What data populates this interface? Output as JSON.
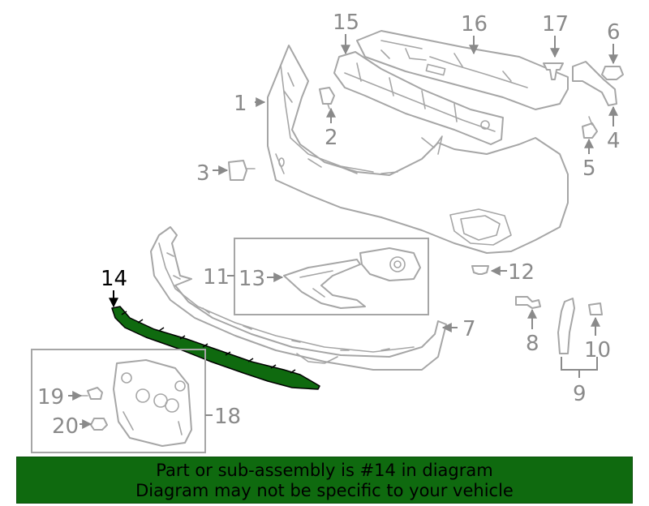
{
  "highlight_color": "#0f6a0f",
  "highlighted_part": "14",
  "callouts": [
    {
      "id": "1",
      "label": "1"
    },
    {
      "id": "2",
      "label": "2"
    },
    {
      "id": "3",
      "label": "3"
    },
    {
      "id": "4",
      "label": "4"
    },
    {
      "id": "5",
      "label": "5"
    },
    {
      "id": "6",
      "label": "6"
    },
    {
      "id": "7",
      "label": "7"
    },
    {
      "id": "8",
      "label": "8"
    },
    {
      "id": "9",
      "label": "9"
    },
    {
      "id": "10",
      "label": "10"
    },
    {
      "id": "11",
      "label": "11"
    },
    {
      "id": "12",
      "label": "12"
    },
    {
      "id": "13",
      "label": "13"
    },
    {
      "id": "14",
      "label": "14"
    },
    {
      "id": "15",
      "label": "15"
    },
    {
      "id": "16",
      "label": "16"
    },
    {
      "id": "17",
      "label": "17"
    },
    {
      "id": "18",
      "label": "18"
    },
    {
      "id": "19",
      "label": "19"
    },
    {
      "id": "20",
      "label": "20"
    }
  ],
  "banner": {
    "line1": "Part or sub-assembly is #14 in diagram",
    "line2": "Diagram may not be specific to your vehicle"
  }
}
